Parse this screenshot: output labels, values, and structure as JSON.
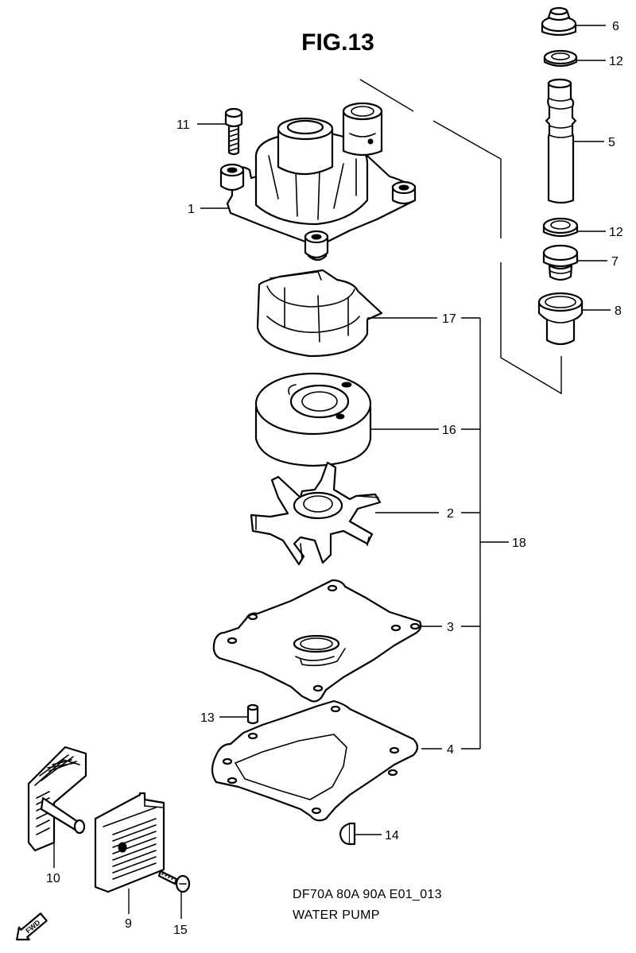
{
  "figure": {
    "title": "FIG.13",
    "code": "DF70A 80A 90A E01_013",
    "name": "WATER PUMP"
  },
  "callouts": {
    "p1": "1",
    "p2": "2",
    "p3": "3",
    "p4": "4",
    "p5": "5",
    "p6": "6",
    "p7": "7",
    "p8": "8",
    "p9": "9",
    "p10": "10",
    "p11": "11",
    "p12a": "12",
    "p12b": "12",
    "p13": "13",
    "p14": "14",
    "p15": "15",
    "p16": "16",
    "p17": "17",
    "p18": "18"
  },
  "direction_marker": "FWD",
  "colors": {
    "ink": "#000000",
    "paper": "#ffffff"
  }
}
